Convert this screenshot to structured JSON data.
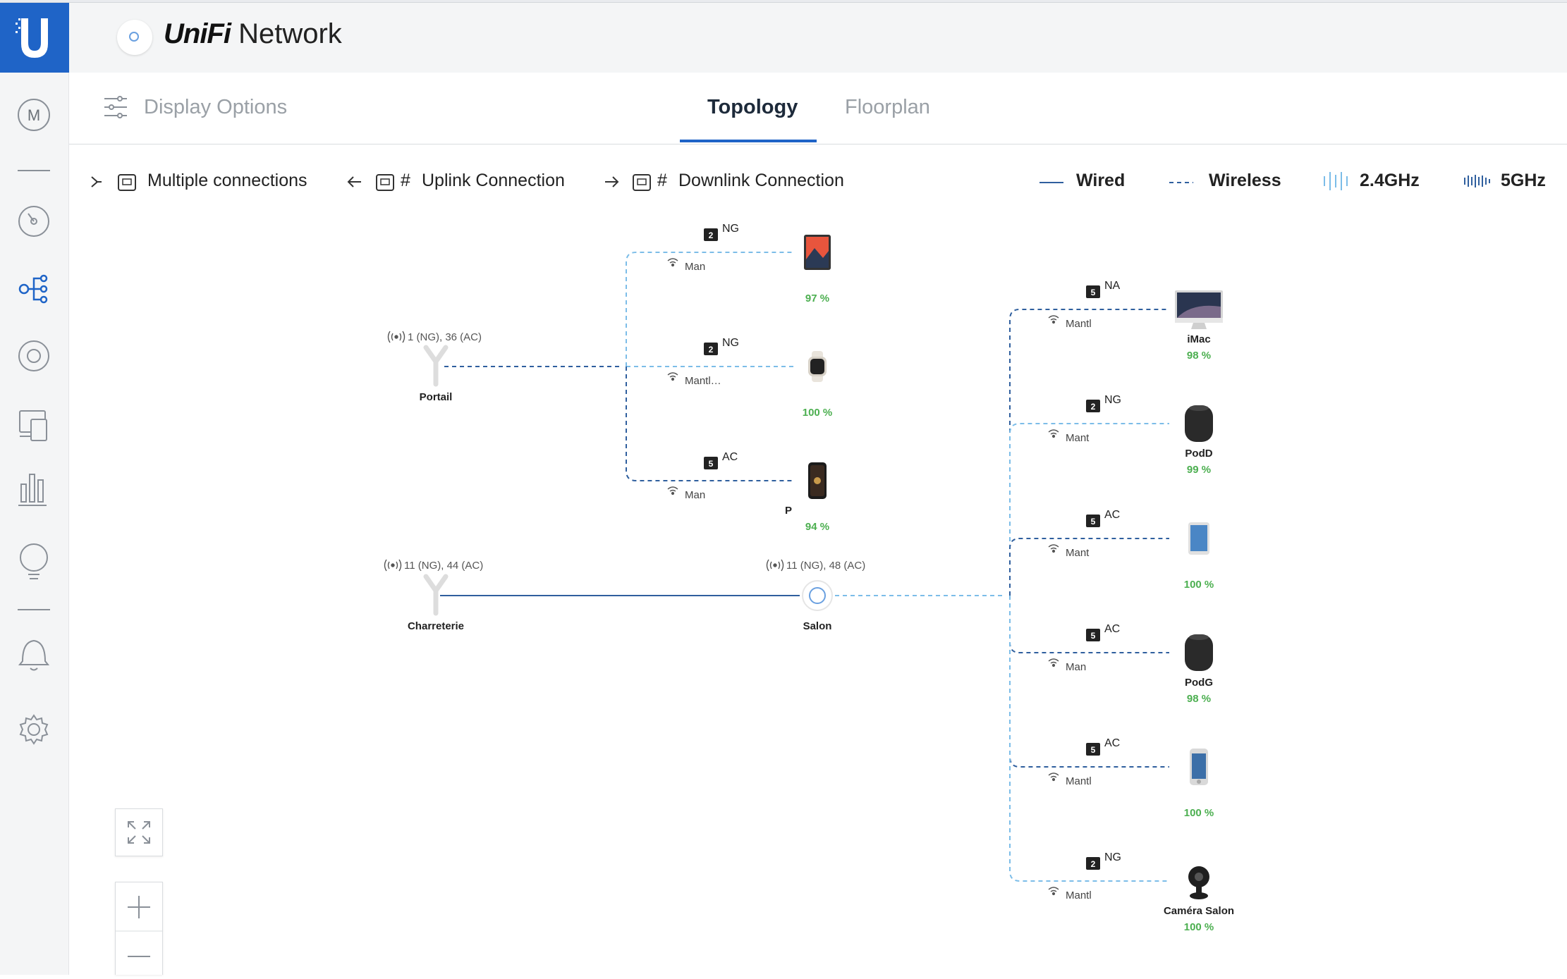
{
  "app": {
    "brand_a": "UniFi",
    "brand_b": "Network",
    "accent": "#1f64c7"
  },
  "sidebar": {
    "avatar": "M",
    "items": [
      {
        "name": "dashboard-icon",
        "active": false
      },
      {
        "name": "topology-icon",
        "active": true
      },
      {
        "name": "devices-icon",
        "active": false
      },
      {
        "name": "clients-icon",
        "active": false
      },
      {
        "name": "statistics-icon",
        "active": false
      },
      {
        "name": "insights-icon",
        "active": false
      },
      {
        "name": "alerts-icon",
        "active": false
      },
      {
        "name": "settings-icon",
        "active": false
      }
    ]
  },
  "toolbar": {
    "display_options": "Display Options",
    "tabs": [
      "Topology",
      "Floorplan"
    ],
    "active_tab": "Topology"
  },
  "legend": {
    "multiple": "Multiple connections",
    "uplink": "Uplink Connection",
    "downlink": "Downlink Connection",
    "hash": "#",
    "wired": "Wired",
    "wireless": "Wireless",
    "band24": "2.4GHz",
    "band5": "5GHz",
    "colors": {
      "light": "#7cbde8",
      "dark": "#2f5f9e"
    }
  },
  "aps": {
    "portail": {
      "name": "Portail",
      "channel": "1 (NG), 36 (AC)"
    },
    "charreterie": {
      "name": "Charreterie",
      "channel": "11 (NG), 44 (AC)"
    },
    "salon": {
      "name": "Salon",
      "channel": "11 (NG), 48 (AC)"
    }
  },
  "clients_portail": [
    {
      "band": "NG",
      "ssid": "Man",
      "pct": "97 %",
      "label": "",
      "icon": "ipad-icon"
    },
    {
      "band": "NG",
      "ssid": "Mantl…",
      "pct": "100 %",
      "label": "",
      "icon": "watch-icon"
    },
    {
      "band": "AC",
      "ssid": "Man",
      "pct": "94 %",
      "label": "P",
      "icon": "iphone-icon"
    }
  ],
  "clients_salon": [
    {
      "band": "NA",
      "ssid": "Mantl",
      "pct": "98 %",
      "label": "iMac",
      "icon": "imac-icon"
    },
    {
      "band": "NG",
      "ssid": "Mant",
      "pct": "99 %",
      "label": "PodD",
      "icon": "homepod-icon"
    },
    {
      "band": "AC",
      "ssid": "Mant",
      "pct": "100 %",
      "label": "",
      "icon": "ipad-mini-icon"
    },
    {
      "band": "AC",
      "ssid": "Man",
      "pct": "98 %",
      "label": "PodG",
      "icon": "homepod-icon"
    },
    {
      "band": "AC",
      "ssid": "Mantl",
      "pct": "100 %",
      "label": "",
      "icon": "iphone-old-icon"
    },
    {
      "band": "NG",
      "ssid": "Mantl",
      "pct": "100 %",
      "label": "Caméra Salon",
      "icon": "camera-icon"
    }
  ]
}
